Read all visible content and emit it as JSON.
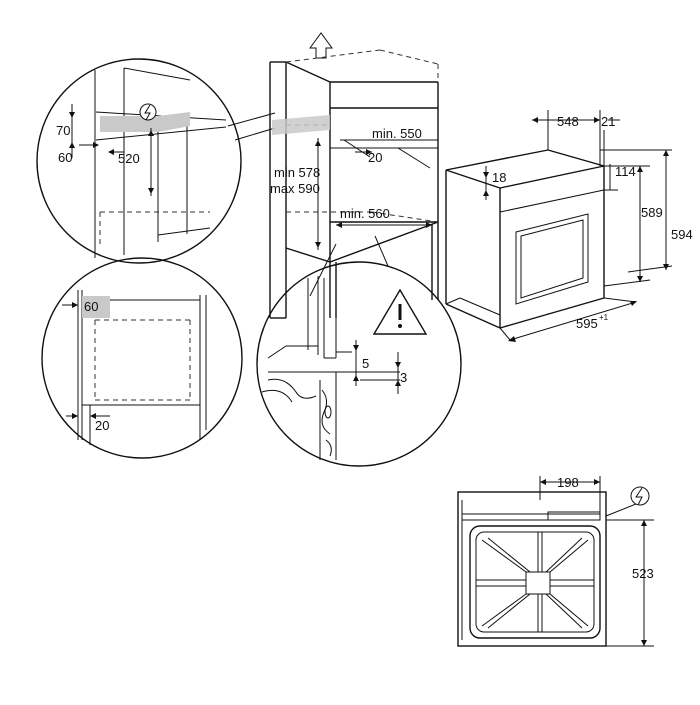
{
  "dims": {
    "d70": "70",
    "d60_top": "60",
    "d520": "520",
    "d60_box": "60",
    "d20_bottom": "20",
    "min578": "min 578",
    "max590": "max 590",
    "min550": "min. 550",
    "d20_cab": "20",
    "min560": "min. 560",
    "d5": "5",
    "d3": "3",
    "d548": "548",
    "d21": "21",
    "d18": "18",
    "d114": "114",
    "d589": "589",
    "d594": "594",
    "d595": "595",
    "d595_tol": "+1",
    "d198": "198",
    "d523": "523"
  },
  "icons": [
    "arrow-up-icon",
    "electric-connection-icon",
    "warning-triangle-icon",
    "wood-grain-icon"
  ]
}
